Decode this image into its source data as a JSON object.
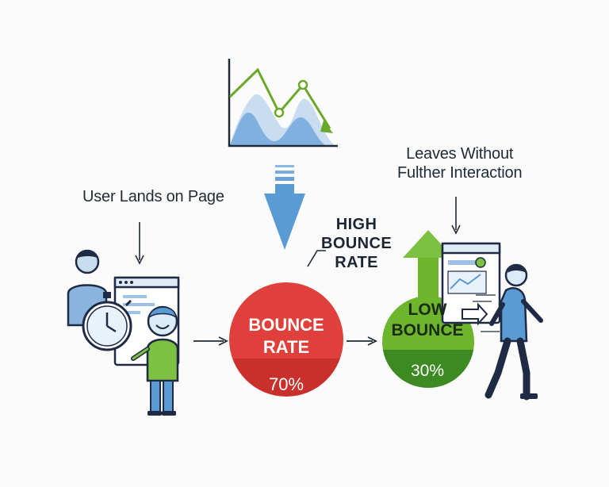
{
  "labels": {
    "user_lands": "User Lands on Page",
    "leaves_line1": "Leaves Without",
    "leaves_line2": "Fulther Interaction",
    "high_line1": "HIGH",
    "high_line2": "BOUNCE",
    "high_line3": "RATE"
  },
  "bounce_circle": {
    "title_line1": "BOUNCE",
    "title_line2": "RATE",
    "value": "70%"
  },
  "low_circle": {
    "title_line1": "LOW",
    "title_line2": "BOUNCE",
    "value": "30%"
  },
  "colors": {
    "red_top": "#e0403b",
    "red_bottom": "#c9302c",
    "green_top": "#6cb52d",
    "green_bottom": "#3d8a22",
    "blue": "#5b9bd5",
    "navy": "#1f2a44",
    "chart_line": "#6aa82a"
  },
  "icons": [
    "line-chart-icon",
    "down-arrow-icon",
    "user-icon",
    "browser-window-icon",
    "stopwatch-icon",
    "smiling-person-icon",
    "up-arrow-icon",
    "walking-person-icon"
  ]
}
